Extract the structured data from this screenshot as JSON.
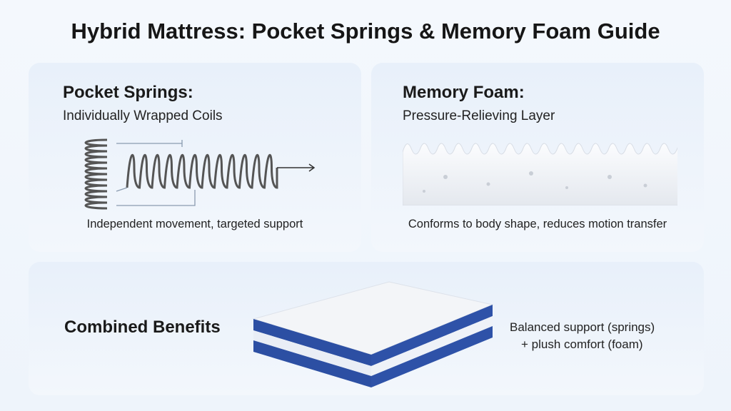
{
  "title": "Hybrid Mattress: Pocket Springs & Memory Foam Guide",
  "springs": {
    "heading": "Pocket Springs:",
    "subheading": "Individually Wrapped Coils",
    "caption": "Independent movement, targeted support",
    "icon": "coil-spring-icon"
  },
  "foam": {
    "heading": "Memory Foam:",
    "subheading": "Pressure-Relieving Layer",
    "caption": "Conforms to body shape, reduces motion transfer",
    "icon": "foam-layer-icon"
  },
  "combined": {
    "heading": "Combined Benefits",
    "line1": "Balanced support (springs)",
    "line2": "+ plush comfort (foam)",
    "icon": "hybrid-mattress-icon"
  },
  "colors": {
    "accent": "#2c4fa3",
    "panel": "#e8f0fa"
  }
}
